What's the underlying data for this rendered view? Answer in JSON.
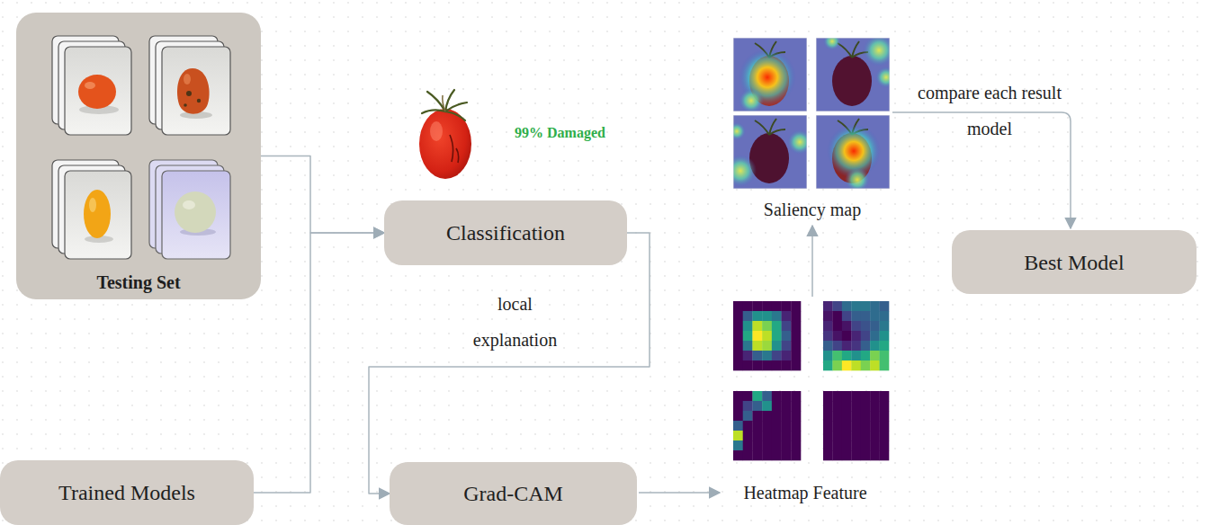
{
  "diagram": {
    "nodes": [
      {
        "text": [
          "Testing Set"
        ]
      },
      {
        "text": [
          "Classification"
        ]
      },
      {
        "text": [
          "Trained Models"
        ]
      },
      {
        "text": [
          "Grad-CAM"
        ]
      },
      {
        "text": [
          "Best Model"
        ]
      }
    ],
    "edges": [
      {
        "from": 0,
        "to": 1,
        "arrow": "to"
      },
      {
        "from": 2,
        "to": 1,
        "arrow": "to"
      },
      {
        "from": 1,
        "to": 3,
        "label": "local explanation",
        "arrow": "to"
      }
    ],
    "labels": [
      "99% Damaged",
      "compare each result model",
      "Saliency map",
      "Heatmap Feature"
    ]
  }
}
